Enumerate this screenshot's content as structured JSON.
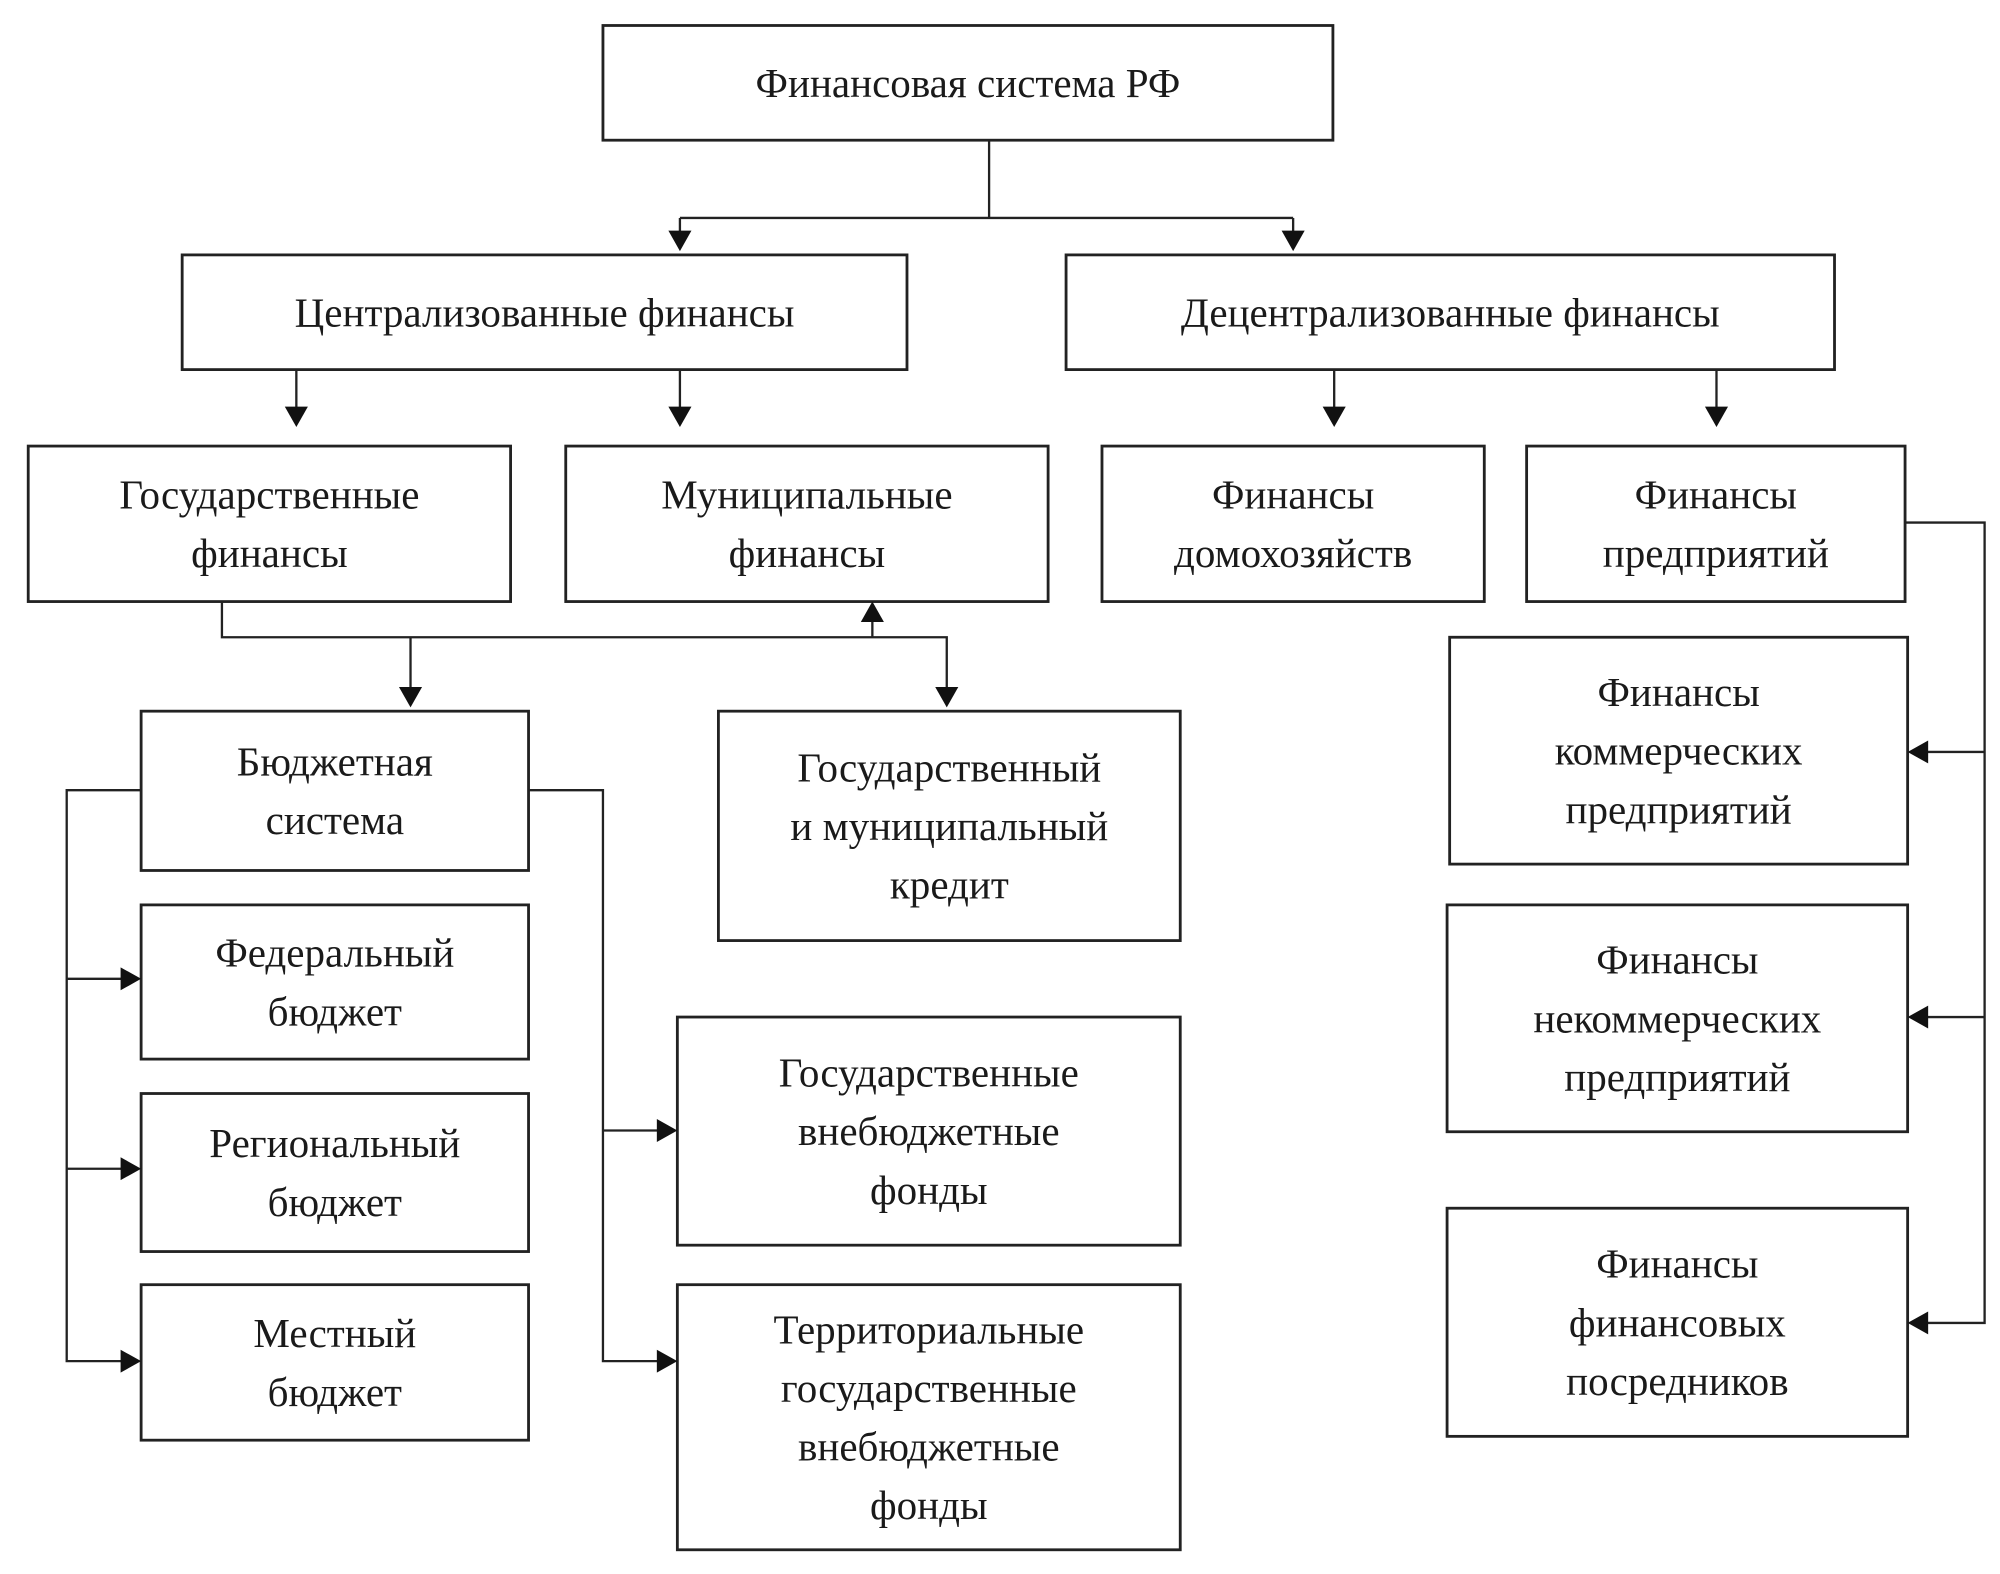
{
  "nodes": {
    "root": {
      "lines": [
        "Финансовая система РФ"
      ]
    },
    "centralized": {
      "lines": [
        "Централизованные финансы"
      ]
    },
    "decentralized": {
      "lines": [
        "Децентрализованные финансы"
      ]
    },
    "state_finance": {
      "lines": [
        "Государственные",
        "финансы"
      ]
    },
    "municipal_finance": {
      "lines": [
        "Муниципальные",
        "финансы"
      ]
    },
    "household_finance": {
      "lines": [
        "Финансы",
        "домохозяйств"
      ]
    },
    "enterprise_finance": {
      "lines": [
        "Финансы",
        "предприятий"
      ]
    },
    "budget_system": {
      "lines": [
        "Бюджетная",
        "система"
      ]
    },
    "credit": {
      "lines": [
        "Государственный",
        "и муниципальный",
        "кредит"
      ]
    },
    "federal_budget": {
      "lines": [
        "Федеральный",
        "бюджет"
      ]
    },
    "regional_budget": {
      "lines": [
        "Региональный",
        "бюджет"
      ]
    },
    "local_budget": {
      "lines": [
        "Местный",
        "бюджет"
      ]
    },
    "state_funds": {
      "lines": [
        "Государственные",
        "внебюджетные",
        "фонды"
      ]
    },
    "territorial_funds": {
      "lines": [
        "Территориальные",
        "государственные",
        "внебюджетные",
        "фонды"
      ]
    },
    "commercial": {
      "lines": [
        "Финансы",
        "коммерческих",
        "предприятий"
      ]
    },
    "noncommercial": {
      "lines": [
        "Финансы",
        "некоммерческих",
        "предприятий"
      ]
    },
    "intermediaries": {
      "lines": [
        "Финансы",
        "финансовых",
        "посредников"
      ]
    }
  }
}
